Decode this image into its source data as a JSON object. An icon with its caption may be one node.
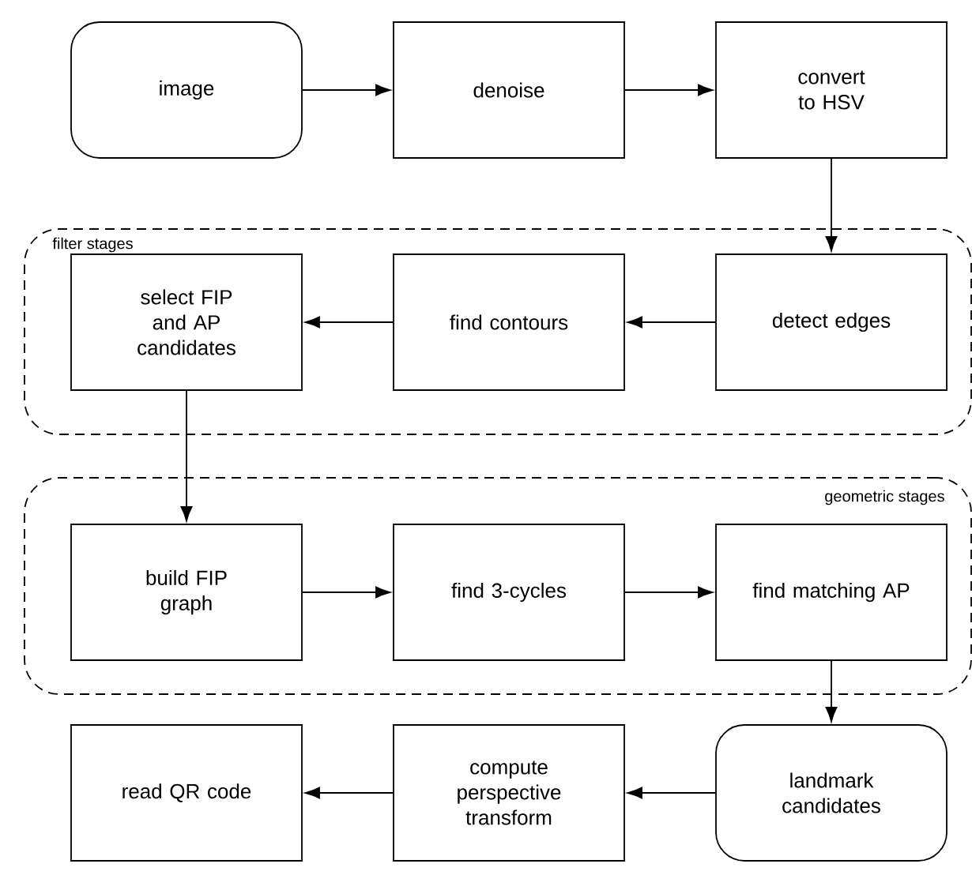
{
  "diagram": {
    "nodes": [
      {
        "text": [
          "image"
        ]
      },
      {
        "text": [
          "denoise"
        ]
      },
      {
        "text": [
          "convert to HSV"
        ]
      },
      {
        "text": [
          "filter stages"
        ]
      },
      {
        "text": [
          "select FIP and AP candidates"
        ],
        "in": 3
      },
      {
        "text": [
          "find contours"
        ],
        "in": 3
      },
      {
        "text": [
          "detect edges"
        ],
        "in": 3
      },
      {
        "text": [
          "geometric stages"
        ]
      },
      {
        "text": [
          "build FIP graph"
        ],
        "in": 7
      },
      {
        "text": [
          "find 3-cycles"
        ],
        "in": 7
      },
      {
        "text": [
          "find matching AP"
        ],
        "in": 7
      },
      {
        "text": [
          "landmark candidates"
        ]
      },
      {
        "text": [
          "compute perspective transform"
        ]
      },
      {
        "text": [
          "read QR code"
        ]
      }
    ],
    "edges": [
      {
        "from": 0,
        "to": 1,
        "arrow": "to"
      },
      {
        "from": 1,
        "to": 2,
        "arrow": "to"
      },
      {
        "from": 2,
        "to": 6,
        "arrow": "to"
      },
      {
        "from": 6,
        "to": 5,
        "arrow": "to"
      },
      {
        "from": 5,
        "to": 4,
        "arrow": "to"
      },
      {
        "from": 4,
        "to": 8,
        "arrow": "to"
      },
      {
        "from": 8,
        "to": 9,
        "arrow": "to"
      },
      {
        "from": 9,
        "to": 10,
        "arrow": "to"
      },
      {
        "from": 10,
        "to": 11,
        "arrow": "to"
      },
      {
        "from": 11,
        "to": 12,
        "arrow": "to"
      },
      {
        "from": 12,
        "to": 13,
        "arrow": "to"
      }
    ]
  }
}
